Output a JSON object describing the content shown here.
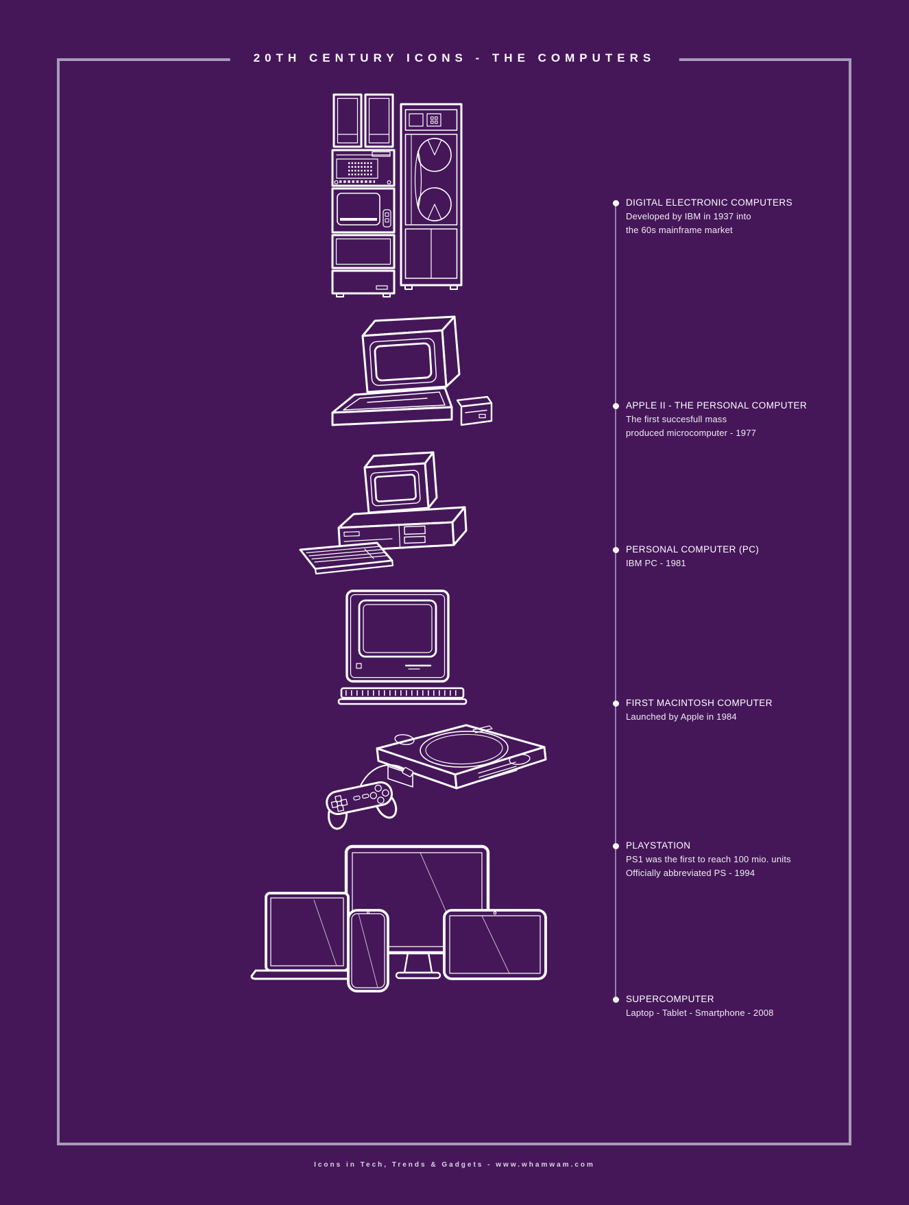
{
  "poster": {
    "title": "20TH CENTURY ICONS - THE COMPUTERS",
    "footer": "Icons in Tech, Trends & Gadgets - www.whamwam.com"
  },
  "colors": {
    "background": "#451759",
    "frame_border": "#a89bb8",
    "timeline_line": "#a394bd",
    "text": "#ffffff"
  },
  "timeline": {
    "entries": [
      {
        "heading": "DIGITAL ELECTRONIC COMPUTERS",
        "desc": "Developed by IBM in 1937 into\nthe 60s mainframe market",
        "icon": "mainframe-icon"
      },
      {
        "heading": "APPLE II - THE PERSONAL COMPUTER",
        "desc": "The first succesfull mass\nproduced microcomputer - 1977",
        "icon": "apple-ii-icon"
      },
      {
        "heading": "PERSONAL COMPUTER (PC)",
        "desc": "IBM PC - 1981",
        "icon": "ibm-pc-icon"
      },
      {
        "heading": "FIRST MACINTOSH COMPUTER",
        "desc": "Launched by Apple in 1984",
        "icon": "macintosh-icon"
      },
      {
        "heading": "PLAYSTATION",
        "desc": "PS1 was the first to reach 100 mio. units\nOfficially abbreviated PS - 1994",
        "icon": "playstation-icon"
      },
      {
        "heading": "SUPERCOMPUTER",
        "desc": "Laptop - Tablet - Smartphone - 2008",
        "icon": "modern-devices-icon"
      }
    ]
  }
}
